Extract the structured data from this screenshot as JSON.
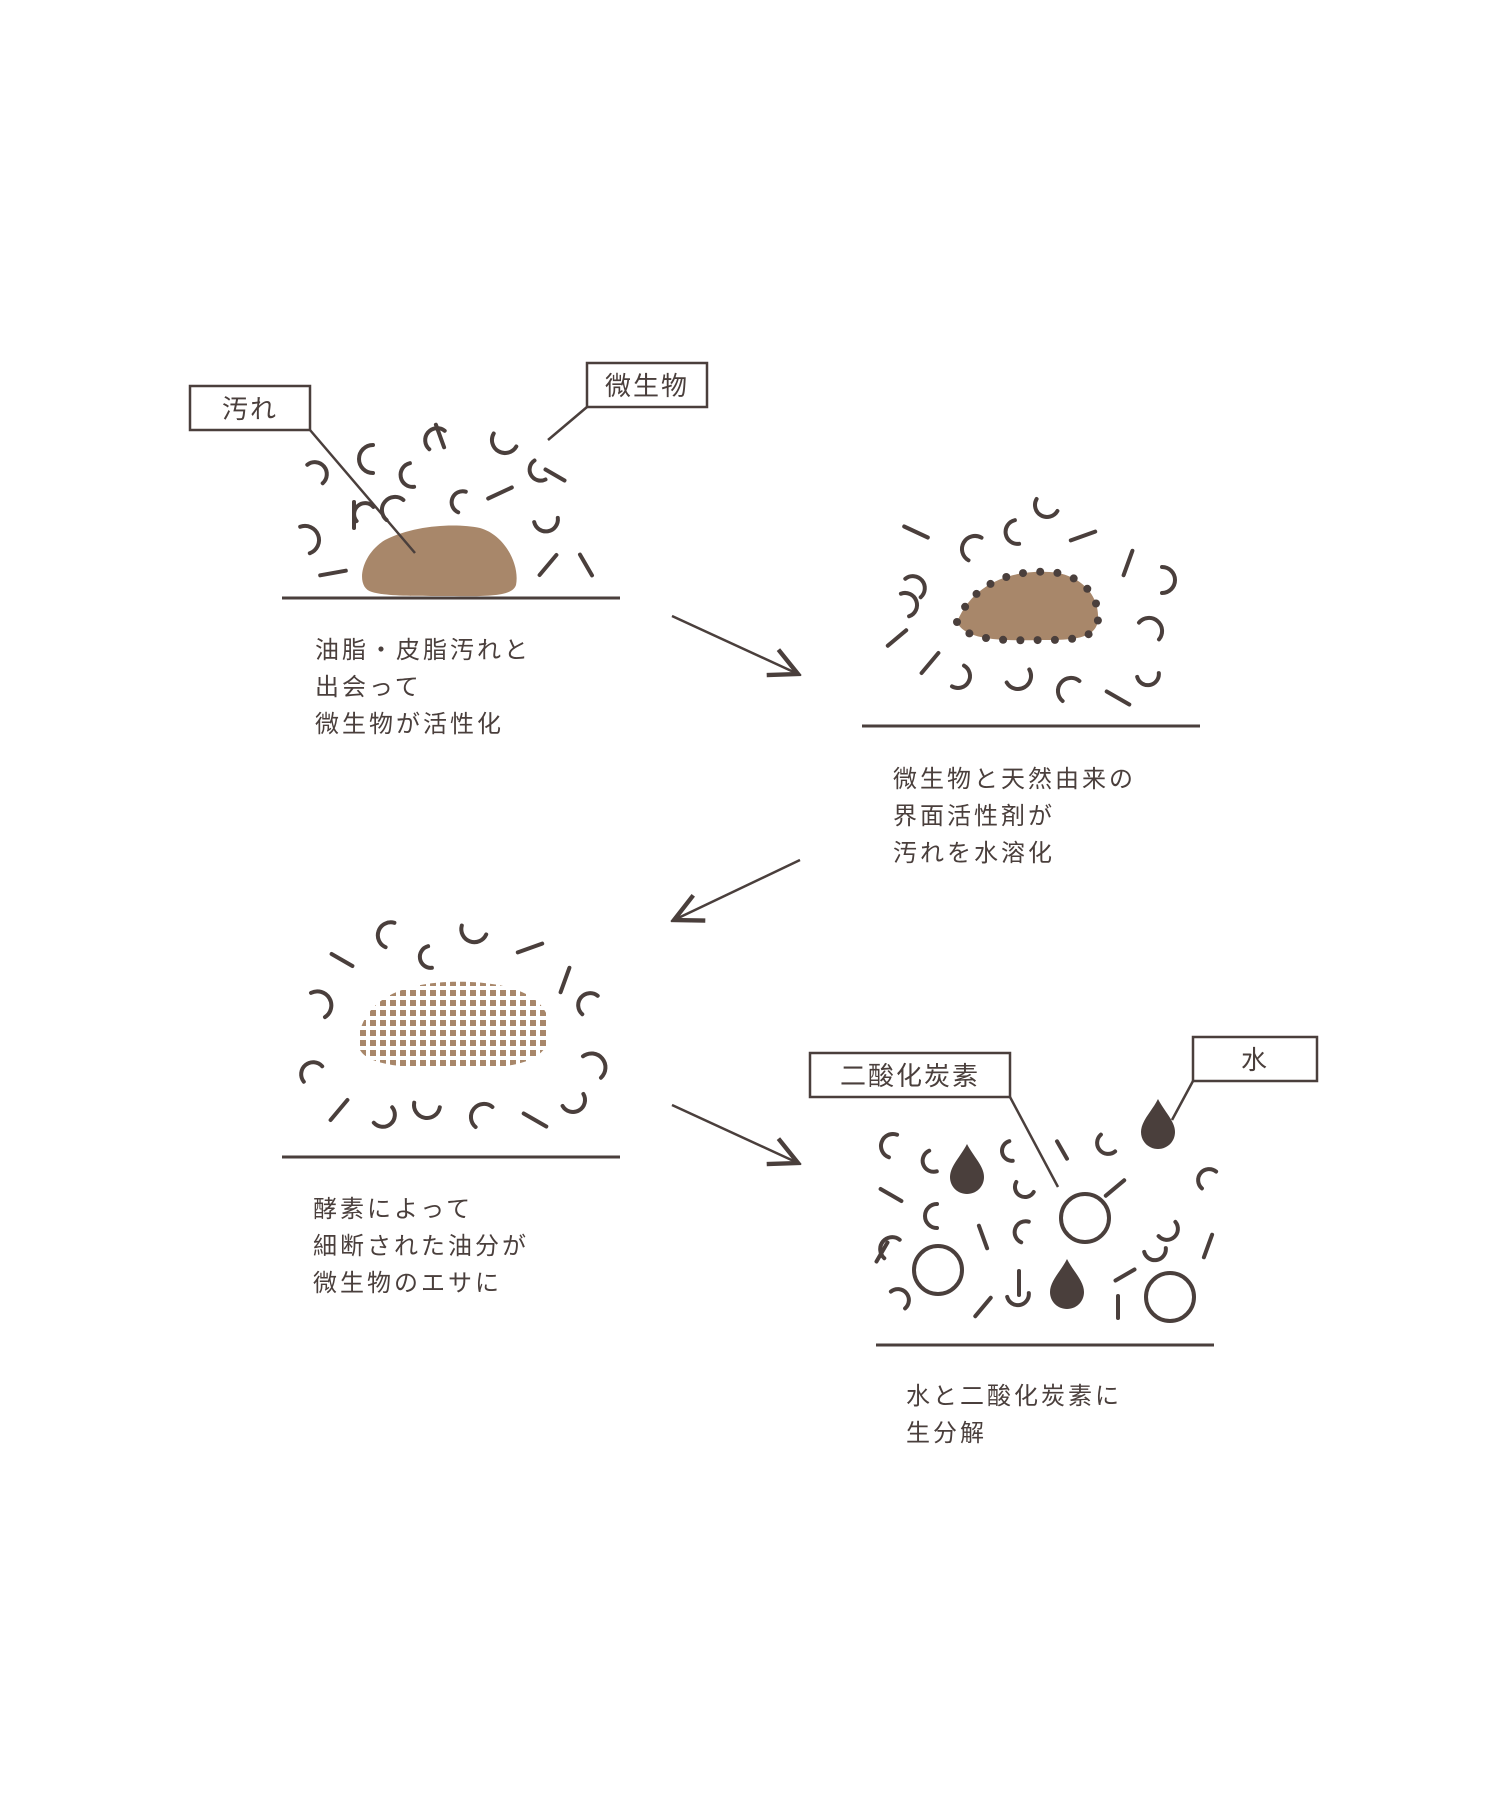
{
  "colors": {
    "ink": "#4a3f3c",
    "soil": "#a8876a",
    "dots": "#4a3f3c"
  },
  "labels": {
    "dirt": "汚れ",
    "microbe": "微生物",
    "co2": "二酸化炭素",
    "water": "水"
  },
  "steps": [
    {
      "lines": [
        "油脂・皮脂汚れと",
        "出会って",
        "微生物が活性化"
      ]
    },
    {
      "lines": [
        "微生物と天然由来の",
        "界面活性剤が",
        "汚れを水溶化"
      ]
    },
    {
      "lines": [
        "酵素によって",
        "細断された油分が",
        "微生物のエサに"
      ]
    },
    {
      "lines": [
        "水と二酸化炭素に",
        "生分解"
      ]
    }
  ],
  "icons": {
    "microbe": "microbe-icon",
    "droplet": "water-drop-icon",
    "bubble": "co2-bubble-icon",
    "arrow": "arrow-icon"
  }
}
